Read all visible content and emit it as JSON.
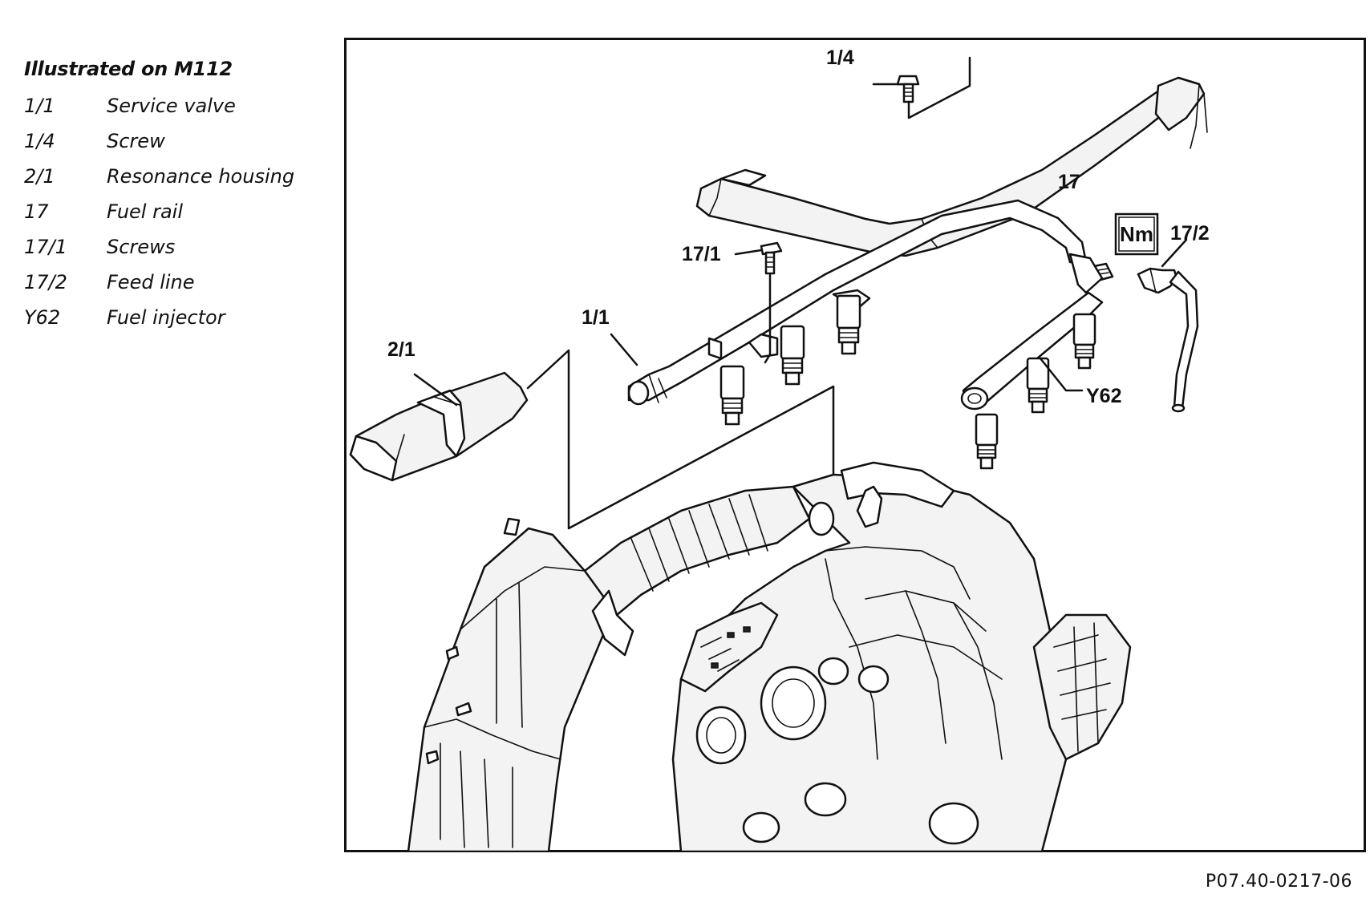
{
  "legend": {
    "title": "Illustrated on M112",
    "items": [
      {
        "code": "1/1",
        "desc": "Service valve"
      },
      {
        "code": "1/4",
        "desc": "Screw"
      },
      {
        "code": "2/1",
        "desc": "Resonance housing"
      },
      {
        "code": "17",
        "desc": "Fuel rail"
      },
      {
        "code": "17/1",
        "desc": "Screws"
      },
      {
        "code": "17/2",
        "desc": "Feed line"
      },
      {
        "code": "Y62",
        "desc": "Fuel injector"
      }
    ]
  },
  "figure": {
    "callouts": {
      "c_1_4": "1/4",
      "c_17": "17",
      "c_17_1": "17/1",
      "c_17_2": "17/2",
      "c_1_1": "1/1",
      "c_2_1": "2/1",
      "c_y62": "Y62"
    },
    "torque_symbol": "Nm",
    "reference": "P07.40-0217-06"
  }
}
